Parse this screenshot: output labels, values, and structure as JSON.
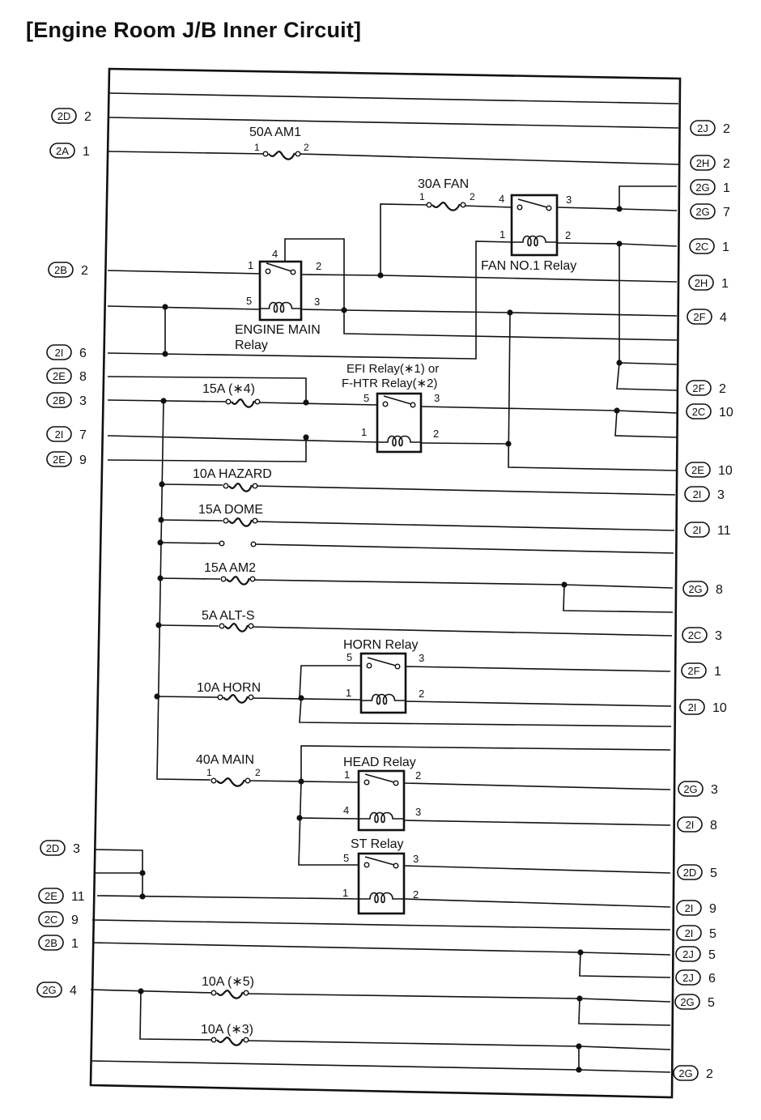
{
  "title": "[Engine Room J/B Inner Circuit]",
  "left_connectors": [
    {
      "conn": "2D",
      "pin": "2"
    },
    {
      "conn": "2A",
      "pin": "1"
    },
    {
      "conn": "2B",
      "pin": "2"
    },
    {
      "conn": "2I",
      "pin": "6"
    },
    {
      "conn": "2E",
      "pin": "8"
    },
    {
      "conn": "2B",
      "pin": "3"
    },
    {
      "conn": "2I",
      "pin": "7"
    },
    {
      "conn": "2E",
      "pin": "9"
    },
    {
      "conn": "2D",
      "pin": "3"
    },
    {
      "conn": "2E",
      "pin": "11"
    },
    {
      "conn": "2C",
      "pin": "9"
    },
    {
      "conn": "2B",
      "pin": "1"
    },
    {
      "conn": "2G",
      "pin": "4"
    }
  ],
  "right_connectors": [
    {
      "conn": "2J",
      "pin": "2"
    },
    {
      "conn": "2H",
      "pin": "2"
    },
    {
      "conn": "2G",
      "pin": "1"
    },
    {
      "conn": "2G",
      "pin": "7"
    },
    {
      "conn": "2C",
      "pin": "1"
    },
    {
      "conn": "2H",
      "pin": "1"
    },
    {
      "conn": "2F",
      "pin": "4"
    },
    {
      "conn": "2F",
      "pin": "2"
    },
    {
      "conn": "2C",
      "pin": "10"
    },
    {
      "conn": "2E",
      "pin": "10"
    },
    {
      "conn": "2I",
      "pin": "3"
    },
    {
      "conn": "2I",
      "pin": "11"
    },
    {
      "conn": "2G",
      "pin": "8"
    },
    {
      "conn": "2C",
      "pin": "3"
    },
    {
      "conn": "2F",
      "pin": "1"
    },
    {
      "conn": "2I",
      "pin": "10"
    },
    {
      "conn": "2G",
      "pin": "3"
    },
    {
      "conn": "2I",
      "pin": "8"
    },
    {
      "conn": "2D",
      "pin": "5"
    },
    {
      "conn": "2I",
      "pin": "9"
    },
    {
      "conn": "2I",
      "pin": "5"
    },
    {
      "conn": "2J",
      "pin": "5"
    },
    {
      "conn": "2J",
      "pin": "6"
    },
    {
      "conn": "2G",
      "pin": "5"
    },
    {
      "conn": "2G",
      "pin": "2"
    }
  ],
  "fuses": [
    {
      "label": "50A AM1",
      "pin_in": "1",
      "pin_out": "2"
    },
    {
      "label": "30A FAN",
      "pin_in": "1",
      "pin_out": "2"
    },
    {
      "label": "15A (∗4)"
    },
    {
      "label": "10A HAZARD"
    },
    {
      "label": "15A DOME"
    },
    {
      "label": "15A AM2"
    },
    {
      "label": "5A ALT-S"
    },
    {
      "label": "10A HORN"
    },
    {
      "label": "40A MAIN",
      "pin_in": "1",
      "pin_out": "2"
    },
    {
      "label": "10A (∗5)"
    },
    {
      "label": "10A (∗3)"
    }
  ],
  "relays": {
    "engine_main": {
      "label_line1": "ENGINE MAIN",
      "label_line2": "Relay",
      "pins": {
        "switch_common": "1",
        "switch_out": "2",
        "switch_top": "4",
        "coil_in": "5",
        "coil_out": "3"
      }
    },
    "fan_no1": {
      "label": "FAN NO.1 Relay",
      "pins": {
        "switch_in": "4",
        "switch_out": "3",
        "coil_in": "1",
        "coil_out": "2"
      }
    },
    "efi": {
      "label_line1": "EFI Relay(∗1) or",
      "label_line2": "F-HTR Relay(∗2)",
      "pins": {
        "switch_in": "5",
        "switch_out": "3",
        "coil_in": "1",
        "coil_out": "2"
      }
    },
    "horn": {
      "label": "HORN Relay",
      "pins": {
        "switch_in": "5",
        "switch_out": "3",
        "coil_in": "1",
        "coil_out": "2"
      }
    },
    "head": {
      "label": "HEAD Relay",
      "pins": {
        "switch_in": "1",
        "switch_out": "2",
        "coil_in": "4",
        "coil_out": "3"
      }
    },
    "st": {
      "label": "ST Relay",
      "pins": {
        "switch_in": "5",
        "switch_out": "3",
        "coil_in": "1",
        "coil_out": "2"
      }
    }
  }
}
